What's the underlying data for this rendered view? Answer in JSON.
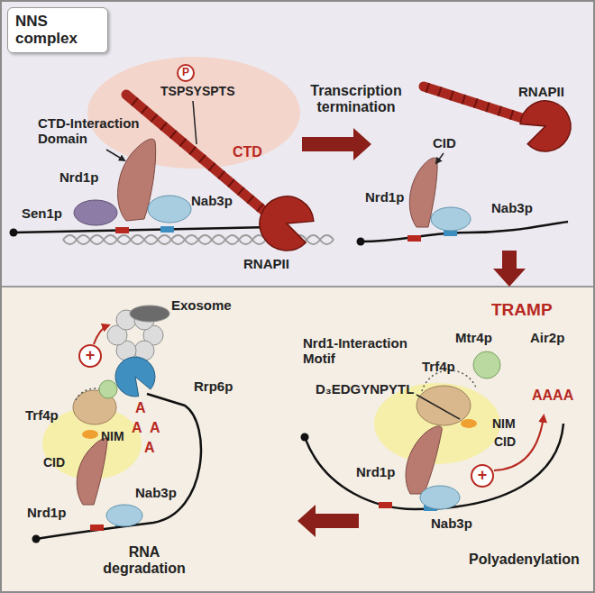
{
  "diagram": {
    "nodes": [
      {
        "text": [
          "NNS complex"
        ]
      },
      {
        "text": [
          "P"
        ]
      },
      {
        "text": [
          "+"
        ]
      },
      {
        "text": [
          "+"
        ]
      }
    ],
    "labels": [
      "CTD-Interaction Domain",
      "TSPSYSPTS",
      "Transcription termination",
      "RNAPII",
      "Nrd1p",
      "Sen1p",
      "CTD",
      "CID",
      "Nrd1p",
      "Nab3p",
      "Nab3p",
      "RNAPII",
      "Exosome",
      "TRAMP",
      "Mtr4p",
      "Air2p",
      "Rrp6p",
      "Nrd1-Interaction Motif",
      "Trf4p",
      "D₃EDGYNPYTL",
      "A",
      "A",
      "A",
      "A",
      "Trf4p",
      "NIM",
      "AAAA",
      "NIM",
      "CID",
      "CID",
      "Nrd1p",
      "Nab3p",
      "Nrd1p",
      "Nab3p",
      "RNA degradation",
      "Polyadenylation"
    ]
  }
}
